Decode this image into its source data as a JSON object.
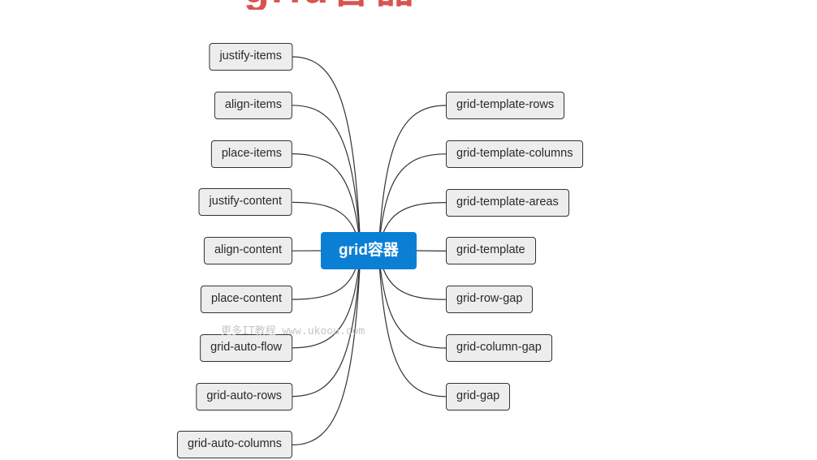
{
  "title": "grid容器",
  "center": {
    "label": "grid容器"
  },
  "left_nodes": [
    "justify-items",
    "align-items",
    "place-items",
    "justify-content",
    "align-content",
    "place-content",
    "grid-auto-flow",
    "grid-auto-rows",
    "grid-auto-columns"
  ],
  "right_nodes": [
    "grid-template-rows",
    "grid-template-columns",
    "grid-template-areas",
    "grid-template",
    "grid-row-gap",
    "grid-column-gap",
    "grid-gap"
  ],
  "watermark": "更多IT教程 www.ukoou.com",
  "colors": {
    "title": "#d9534f",
    "center_fill": "#0b7fd4",
    "node_fill": "#ededed",
    "node_border": "#333333",
    "edge": "#333333"
  }
}
